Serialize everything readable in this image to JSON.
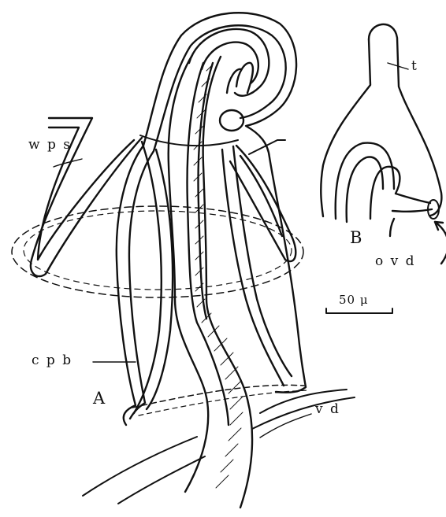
{
  "labels": {
    "wps": "w p s",
    "cpb": "c p b",
    "vd": "v d",
    "t": "t",
    "ovd": "o v d",
    "fig_a": "A",
    "fig_b": "B",
    "scale": "50 μ"
  },
  "colors": {
    "ink": "#111111",
    "background": "#ffffff"
  }
}
